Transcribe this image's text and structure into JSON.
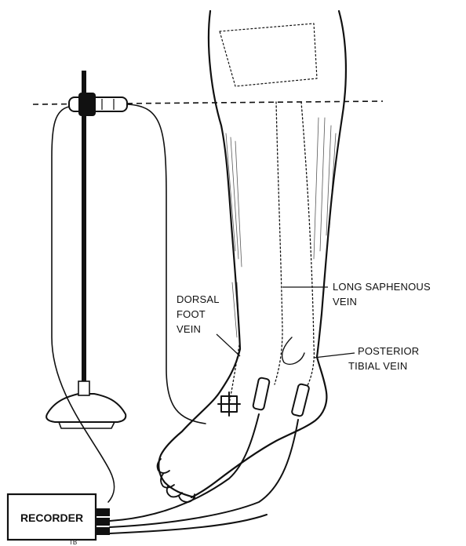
{
  "labels": {
    "dorsal_foot_vein": [
      "DORSAL",
      "FOOT",
      "VEIN"
    ],
    "long_saphenous_vein": [
      "LONG SAPHENOUS",
      "VEIN"
    ],
    "posterior_tibial_vein": [
      "POSTERIOR",
      "TIBIAL VEIN"
    ],
    "recorder": "RECORDER",
    "artist_initials": "TB"
  }
}
